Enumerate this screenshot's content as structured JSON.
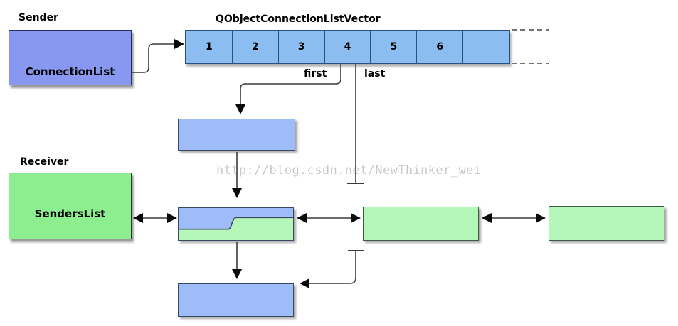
{
  "diagram": {
    "sender_label": "Sender",
    "receiver_label": "Receiver",
    "connection_list_label": "ConnectionList",
    "senders_list_label": "SendersList",
    "vector_title": "QObjectConnectionListVector",
    "first_label": "first",
    "last_label": "last",
    "cells": [
      "1",
      "2",
      "3",
      "4",
      "5",
      "6",
      ""
    ]
  },
  "watermark": "http://blog.csdn.net/NewThinker_wei",
  "colors": {
    "background": "#ffffff",
    "connection_list_fill": "#8897ef",
    "vector_cell_fill": "#8cbdf0",
    "vector_border": "#2a5080",
    "blue_node_fill": "#9dbcf8",
    "senders_list_fill": "#8cee8e",
    "green_node_fill": "#b4f7b9",
    "connector": "#3a3a3a",
    "watermark_text": "#c9c9c9",
    "label_text": "#000000"
  }
}
